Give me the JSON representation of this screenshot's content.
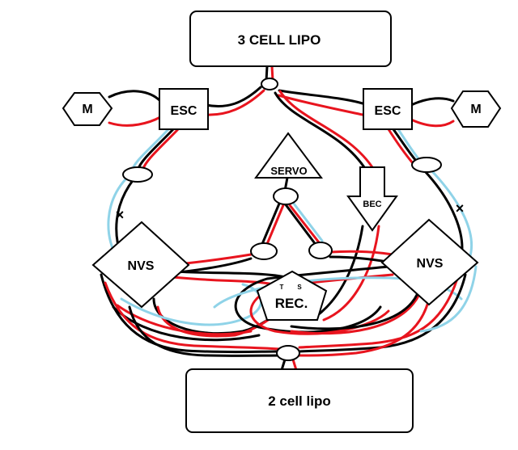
{
  "labels": {
    "battery_main": "3 CELL LIPO",
    "battery_rx": "2 cell lipo",
    "esc_left": "ESC",
    "esc_right": "ESC",
    "motor_left": "M",
    "motor_right": "M",
    "servo": "SERVO",
    "bec": "BEC",
    "nvs_left": "NVS",
    "nvs_right": "NVS",
    "receiver": "REC.",
    "receiver_t": "T",
    "receiver_s": "S",
    "cut_left": "×",
    "cut_right": "×"
  },
  "colors": {
    "wire_black": "#000000",
    "wire_red": "#e8141e",
    "wire_blue": "#8fd3e8",
    "outline": "#000000",
    "fill": "#ffffff"
  }
}
